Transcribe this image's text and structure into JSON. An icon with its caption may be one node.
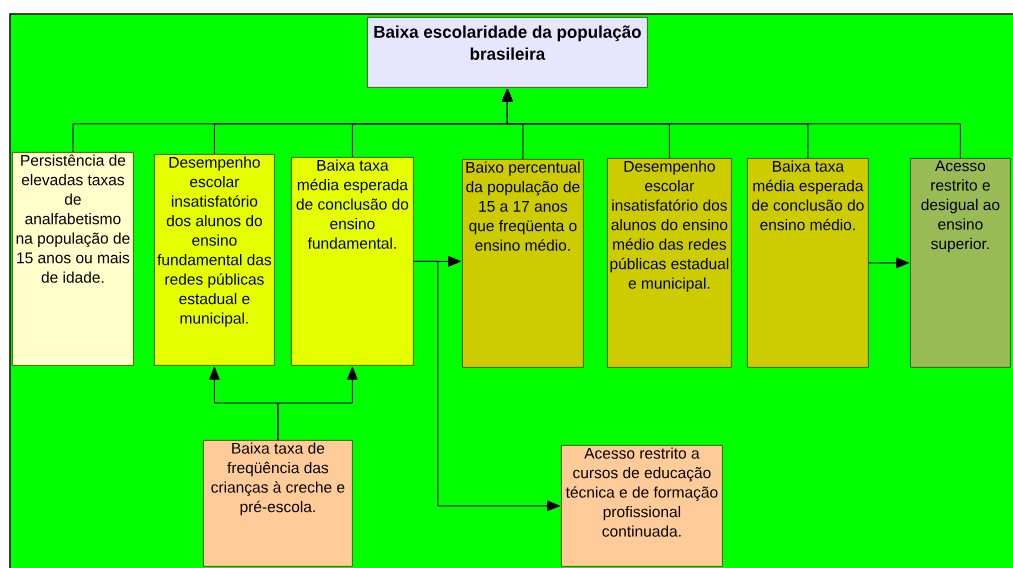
{
  "diagram": {
    "nodes": [
      {
        "text": [
          "Baixa escolaridade da população brasileira"
        ]
      },
      {
        "text": [
          "Persistência de elevadas taxas de analfabetismo na população de 15 anos ou mais de idade."
        ]
      },
      {
        "text": [
          "Desempenho escolar insatisfatório dos alunos do ensino fundamental das redes públicas estadual e municipal."
        ]
      },
      {
        "text": [
          "Baixa taxa média esperada de conclusão do ensino fundamental."
        ]
      },
      {
        "text": [
          "Baixo percentual da população de 15 a 17 anos que freqüenta o ensino médio."
        ]
      },
      {
        "text": [
          "Desempenho escolar insatisfatório dos alunos do ensino médio das redes públicas estadual e municipal."
        ]
      },
      {
        "text": [
          "Baixa taxa média esperada de conclusão do ensino médio."
        ]
      },
      {
        "text": [
          "Acesso restrito e desigual ao ensino superior."
        ]
      },
      {
        "text": [
          "Baixa taxa de freqüência das crianças à creche e pré-escola."
        ]
      },
      {
        "text": [
          "Acesso restrito a cursos de educação técnica e de formação profissional continuada."
        ]
      }
    ],
    "edges": [
      {
        "from": 1,
        "to": 0,
        "arrow": "to"
      },
      {
        "from": 2,
        "to": 0,
        "arrow": "to"
      },
      {
        "from": 3,
        "to": 0,
        "arrow": "to"
      },
      {
        "from": 4,
        "to": 0,
        "arrow": "to"
      },
      {
        "from": 5,
        "to": 0,
        "arrow": "to"
      },
      {
        "from": 6,
        "to": 0,
        "arrow": "to"
      },
      {
        "from": 7,
        "to": 0,
        "arrow": "to"
      },
      {
        "from": 3,
        "to": 4,
        "arrow": "to"
      },
      {
        "from": 3,
        "to": 9,
        "arrow": "to"
      },
      {
        "from": 6,
        "to": 7,
        "arrow": "to"
      },
      {
        "from": 8,
        "to": 2,
        "arrow": "to"
      },
      {
        "from": 8,
        "to": 3,
        "arrow": "to"
      }
    ]
  }
}
